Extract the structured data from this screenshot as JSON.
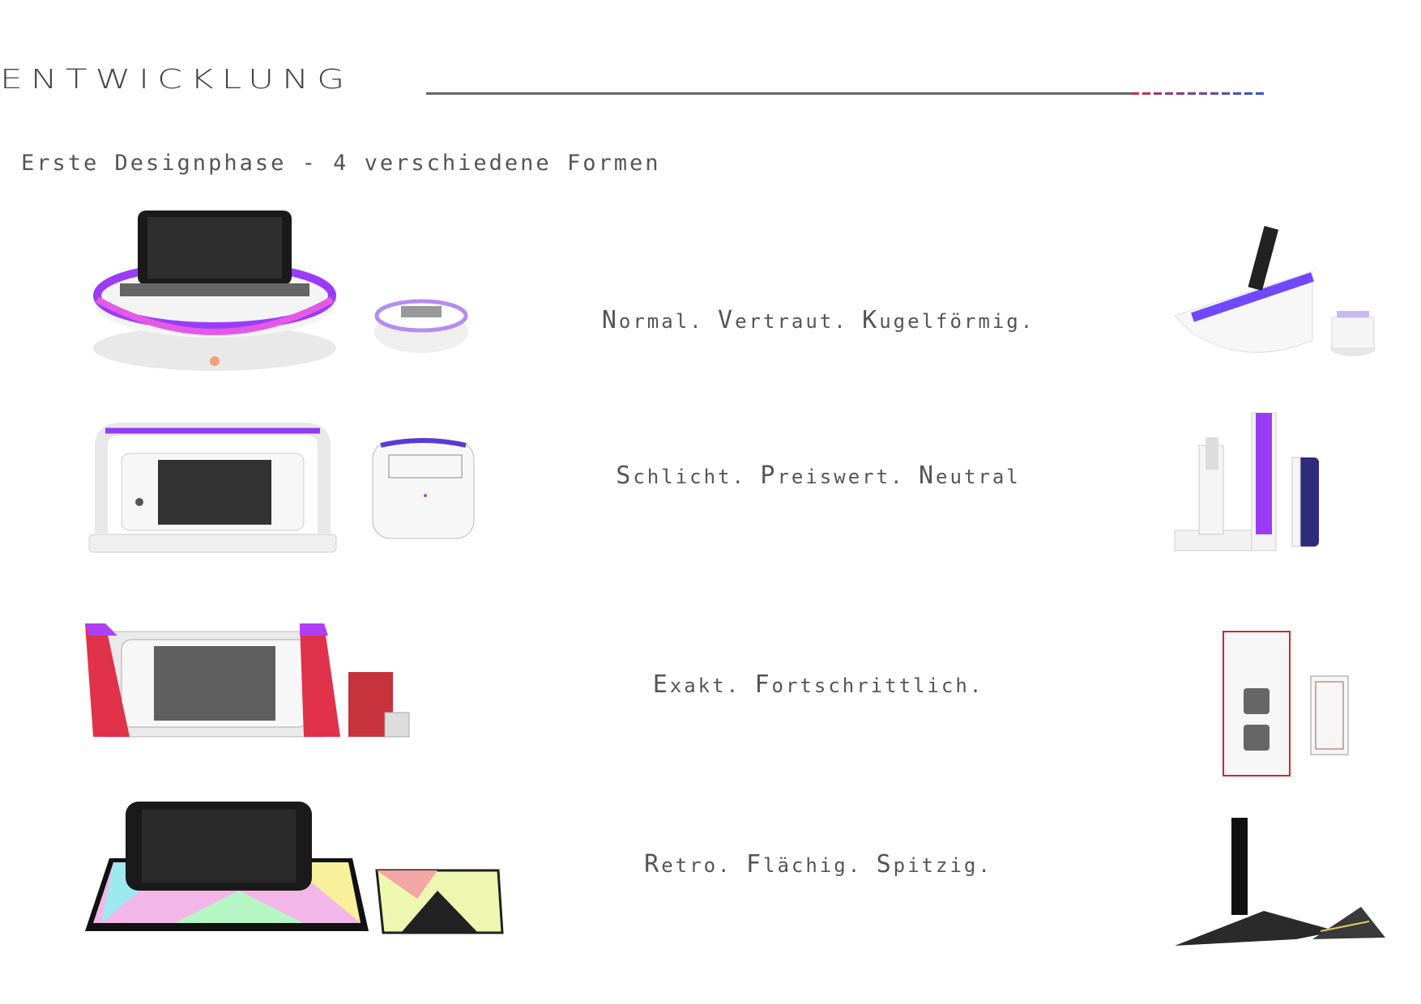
{
  "header": {
    "title": "ENTWICKLUNG"
  },
  "subtitle": "Erste Designphase - 4 verschiedene Formen",
  "concepts": [
    {
      "tagline": "Normal. Vertraut. Kugelförmig.",
      "accent": "#7a3cff"
    },
    {
      "tagline": "Schlicht. Preiswert. Neutral",
      "accent": "#9b3cf5"
    },
    {
      "tagline": "Exakt. Fortschrittlich.",
      "accent": "#e03a3a"
    },
    {
      "tagline": "Retro. Flächig. Spitzig.",
      "accent": "#222222"
    }
  ],
  "colors": {
    "rule": "#666666",
    "dash_red": "#c0304a",
    "dash_blue": "#2d55d8"
  }
}
